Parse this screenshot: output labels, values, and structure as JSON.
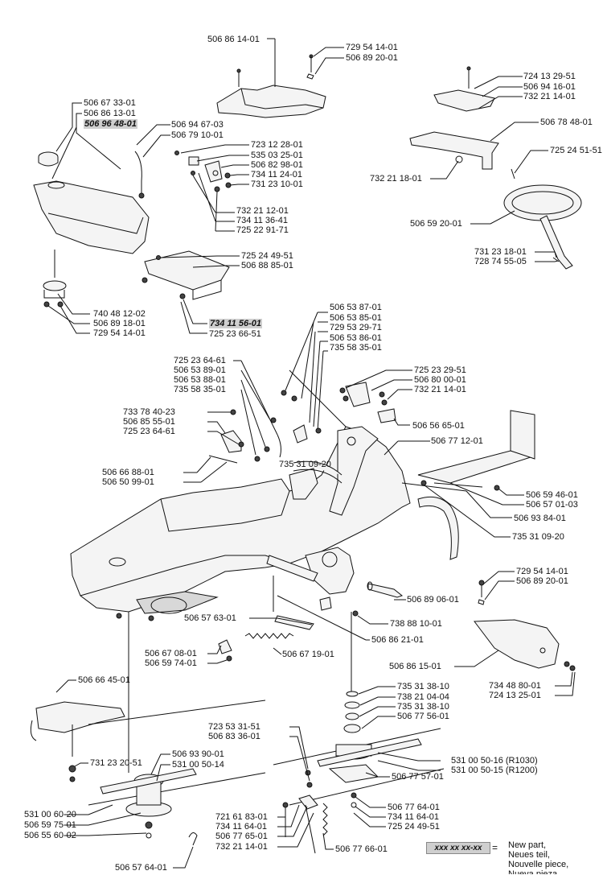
{
  "labels": {
    "l_506861401": "506 86 14-01",
    "l_729541401a": "729 54 14-01",
    "l_506892001a": "506 89 20-01",
    "l_724132951": "724 13 29-51",
    "l_506941601": "506 94 16-01",
    "l_732211401a": "732 21 14-01",
    "l_506784801": "506 78 48-01",
    "l_725245151": "725 24 51-51",
    "l_732211801": "732 21 18-01",
    "l_506592001": "506 59 20-01",
    "l_731231801": "731 23 18-01",
    "l_728745505": "728 74 55-05",
    "l_506673301": "506 67 33-01",
    "l_506861301": "506 86 13-01",
    "l_506964801": "506 96 48-01",
    "l_506946703": "506 94 67-03",
    "l_506791001": "506 79 10-01",
    "l_723122801": "723 12 28-01",
    "l_535032501": "535 03 25-01",
    "l_506829801": "506 82 98-01",
    "l_734112401": "734 11 24-01",
    "l_731231001": "731 23 10-01",
    "l_732211201": "732 21 12-01",
    "l_734113641": "734 11 36-41",
    "l_725229171": "725 22 91-71",
    "l_725244951a": "725 24 49-51",
    "l_506888501": "506 88 85-01",
    "l_740481202": "740 48 12-02",
    "l_506891801": "506 89 18-01",
    "l_729541401b": "729 54 14-01",
    "l_734115601": "734 11 56-01",
    "l_725236651": "725 23 66-51",
    "l_506538701": "506 53 87-01",
    "l_506538501": "506 53 85-01",
    "l_729532971": "729 53 29-71",
    "l_506538601": "506 53 86-01",
    "l_735583501a": "735 58 35-01",
    "l_725236461a": "725 23 64-61",
    "l_506538901": "506 53 89-01",
    "l_506538801": "506 53 88-01",
    "l_735583501b": "735 58 35-01",
    "l_725232951": "725 23 29-51",
    "l_506800001": "506 80 00-01",
    "l_732211401b": "732 21 14-01",
    "l_733784023": "733 78 40-23",
    "l_506855501": "506 85 55-01",
    "l_725236461b": "725 23 64-61",
    "l_506566501": "506 56 65-01",
    "l_506771201": "506 77 12-01",
    "l_506668801": "506 66 88-01",
    "l_506509901": "506 50 99-01",
    "l_735310920a": "735 31 09-20",
    "l_506594601": "506 59 46-01",
    "l_506570103": "506 57 01-03",
    "l_506938401": "506 93 84-01",
    "l_735310920b": "735 31 09-20",
    "l_506890601": "506 89 06-01",
    "l_738881001": "738 88 10-01",
    "l_506862101": "506 86 21-01",
    "l_506576301": "506 57 63-01",
    "l_729541401c": "729 54 14-01",
    "l_506892001b": "506 89 20-01",
    "l_506670801": "506 67 08-01",
    "l_506597401": "506 59 74-01",
    "l_506671901": "506 67 19-01",
    "l_506861501": "506 86 15-01",
    "l_734488001": "734 48 80-01",
    "l_724132501": "724 13 25-01",
    "l_506664501": "506 66 45-01",
    "l_735313810a": "735 31 38-10",
    "l_738210404": "738 21 04-04",
    "l_735313810b": "735 31 38-10",
    "l_506775601": "506 77 56-01",
    "l_723533151": "723 53 31-51",
    "l_506833601": "506 83 36-01",
    "l_731232051": "731 23 20-51",
    "l_506939001": "506 93 90-01",
    "l_531005014": "531 00 50-14",
    "l_531005016": "531 00 50-16 (R1030)",
    "l_531005015": "531 00 50-15 (R1200)",
    "l_506775701": "506 77 57-01",
    "l_531006020": "531 00 60-20",
    "l_506597501": "506 59 75-01",
    "l_506556002": "506 55 60-02",
    "l_721618301": "721 61 83-01",
    "l_734116401a": "734 11 64-01",
    "l_506776501": "506 77 65-01",
    "l_732211401c": "732 21 14-01",
    "l_506776401": "506 77 64-01",
    "l_734116401b": "734 11 64-01",
    "l_725244951b": "725 24 49-51",
    "l_506776601": "506 77 66-01",
    "l_506576401": "506 57 64-01"
  },
  "legend": {
    "key": "xxx xx xx-xx",
    "equals": "=",
    "line1": "New part,",
    "line2": "Neues teil,",
    "line3": "Nouvelle piece,",
    "line4": "Nueva pieza"
  }
}
